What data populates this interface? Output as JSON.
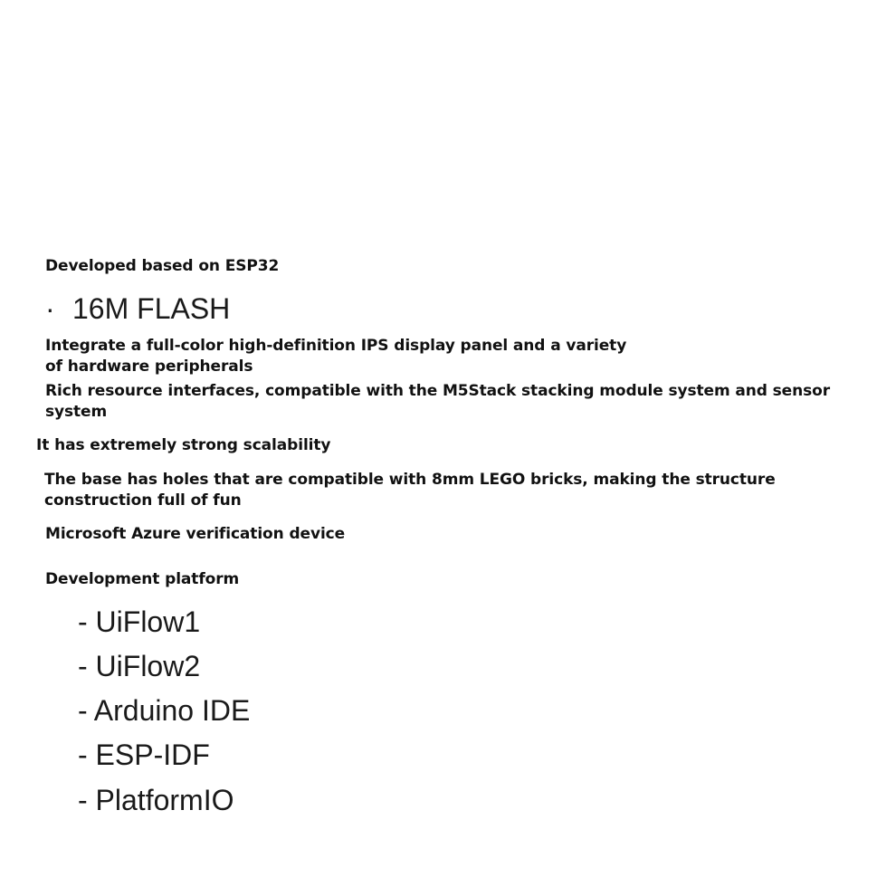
{
  "features": {
    "esp32": "Developed based on ESP32",
    "flash_bullet": "·",
    "flash": "16M FLASH",
    "display_line1": "Integrate a full-color high-definition IPS display panel and a variety",
    "display_line2": "of hardware peripherals",
    "interfaces_line1": "Rich resource interfaces, compatible with the M5Stack stacking module system and sensor",
    "interfaces_line2": "system",
    "scalability": "It has extremely strong scalability",
    "lego_line1": "The base has holes that are compatible with 8mm LEGO bricks, making the structure",
    "lego_line2": "construction full of fun",
    "azure": "Microsoft Azure verification device"
  },
  "platform": {
    "heading": "Development platform",
    "items": [
      "- UiFlow1",
      "- UiFlow2",
      "- Arduino IDE",
      "- ESP-IDF",
      "- PlatformIO"
    ]
  }
}
